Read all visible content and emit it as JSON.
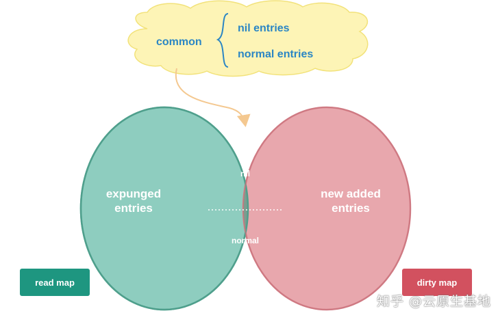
{
  "cloud": {
    "common_label": "common",
    "items": [
      "nil entries",
      "normal entries"
    ]
  },
  "left_circle": {
    "label_lines": [
      "expunged",
      "entries"
    ]
  },
  "right_circle": {
    "label_lines": [
      "new added",
      "entries"
    ]
  },
  "overlap": {
    "top_label": "nil",
    "bottom_label": "normal"
  },
  "legend": {
    "read_map": "read map",
    "dirty_map": "dirty map"
  },
  "watermark": "知乎 @云原生基地",
  "colors": {
    "read_map": "#1e9680",
    "dirty_map": "#d2515f",
    "left_fill": "#8ecdbf",
    "right_fill": "#e8a7ad",
    "overlap_fill": "#7b9d8f",
    "cloud_fill": "#fdf4b6",
    "cloud_text": "#2b86c4",
    "arrow": "#f4c890"
  }
}
